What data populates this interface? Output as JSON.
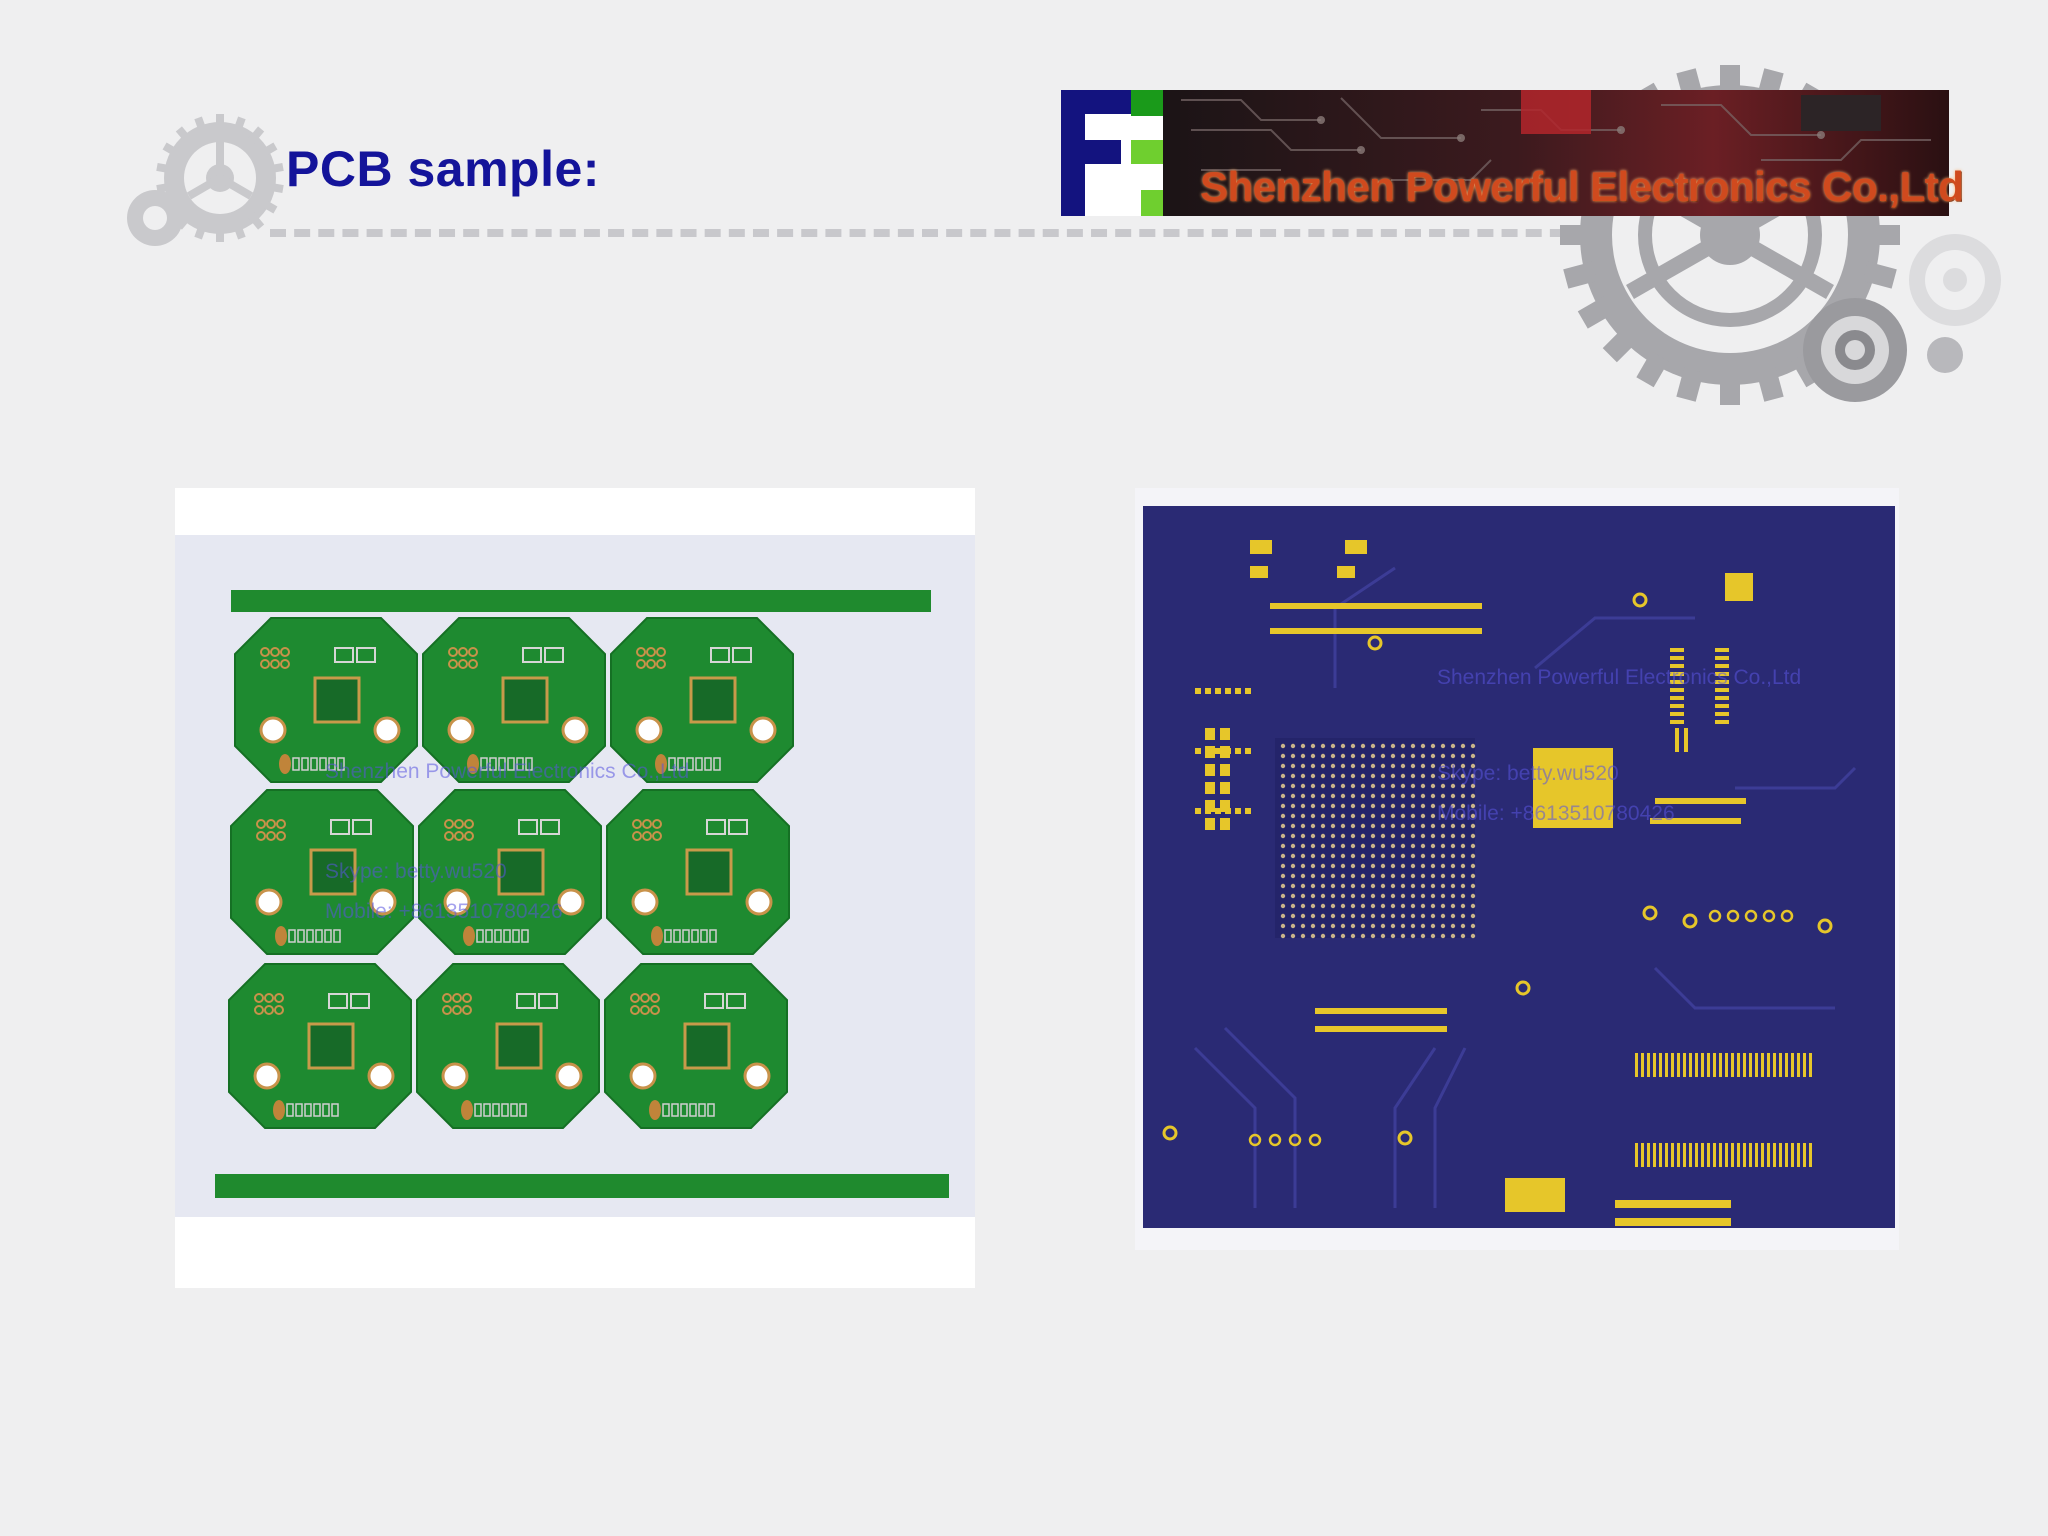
{
  "slide": {
    "title": "PCB sample:",
    "colors": {
      "title": "#14149a",
      "background": "#efeff0",
      "banner_text": "#d04a1e"
    }
  },
  "banner": {
    "company": "Shenzhen Powerful Electronics Co.,Ltd",
    "logo_icon": "fp-logo-icon"
  },
  "photos": {
    "left": {
      "description_icon": "green-pcb-panel",
      "watermark_company": "Shenzhen Powerful Electronics Co.,Ltd",
      "watermark_skype": "Skype: betty.wu520",
      "watermark_mobile": "Mobile: +8613510780426"
    },
    "right": {
      "description_icon": "blue-pcb-board",
      "watermark_company": "Shenzhen Powerful Electronics Co.,Ltd",
      "watermark_skype": "Skype: betty.wu520",
      "watermark_mobile": "Mobile: +8613510780426"
    }
  }
}
